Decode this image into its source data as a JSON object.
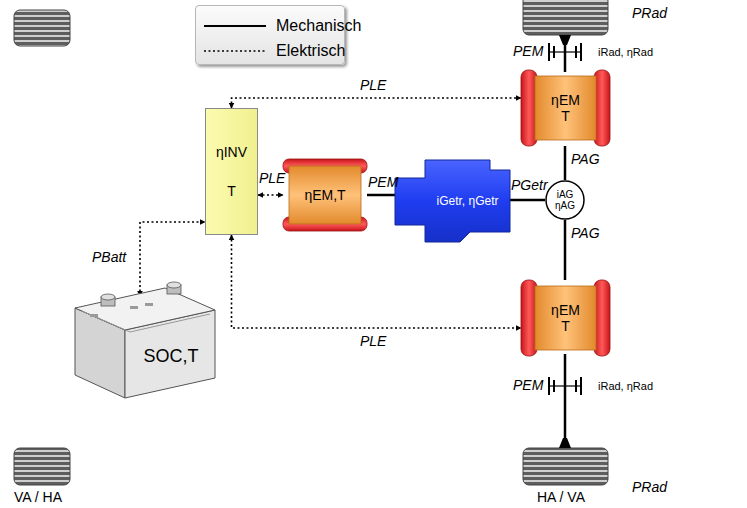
{
  "diagram": {
    "nodes": [
      {
        "text": [
          "ηEM",
          "T"
        ]
      },
      {
        "text": [
          "ηINV",
          "T"
        ]
      },
      {
        "text": [
          "ηEM,T"
        ]
      },
      {
        "text": [
          "iGetr, ηGetr"
        ]
      },
      {
        "text": [
          "iAG",
          "ηAG"
        ]
      },
      {
        "text": [
          "ηEM",
          "T"
        ]
      },
      {
        "text": [
          "SOC,T"
        ]
      }
    ],
    "edges": [
      {
        "from": 1,
        "to": 0,
        "arrow": "both",
        "label": "PLE"
      },
      {
        "from": 1,
        "to": 2,
        "arrow": "both",
        "label": "PLE"
      },
      {
        "from": 1,
        "to": 5,
        "arrow": "both",
        "label": "PLE"
      },
      {
        "from": 6,
        "to": 1,
        "arrow": "both",
        "label": "PBatt"
      },
      {
        "from": 2,
        "to": 3,
        "arrow": "none",
        "label": "PEM"
      },
      {
        "from": 3,
        "to": 4,
        "arrow": "none",
        "label": "PGetr"
      },
      {
        "from": 4,
        "to": 0,
        "arrow": "none",
        "label": "PAG"
      },
      {
        "from": 4,
        "to": 5,
        "arrow": "none",
        "label": "PAG"
      }
    ],
    "labels": [
      "PRad",
      "PEM",
      "iRad, ηRad",
      "PEM",
      "iRad, ηRad",
      "PRad",
      "VA / HA",
      "HA / VA"
    ],
    "legend": [
      {
        "text": "Mechanisch"
      },
      {
        "text": "Elektrisch"
      }
    ]
  }
}
